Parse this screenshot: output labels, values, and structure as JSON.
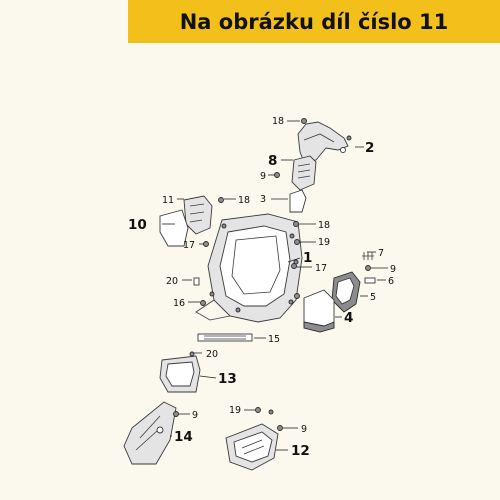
{
  "banner": {
    "text": "Na obrázku díl číslo 11"
  },
  "callouts": {
    "n1": "1",
    "n2": "2",
    "n3": "3",
    "n4": "4",
    "n5": "5",
    "n6": "6",
    "n7": "7",
    "n8": "8",
    "n9": "9",
    "n10": "10",
    "n11": "11",
    "n12": "12",
    "n13": "13",
    "n14": "14",
    "n15": "15",
    "n16": "16",
    "n17": "17",
    "n18": "18",
    "n19": "19",
    "n20": "20"
  },
  "colors": {
    "banner": "#f3c01b",
    "background": "#fbf8ee",
    "highlight_part": "11"
  }
}
